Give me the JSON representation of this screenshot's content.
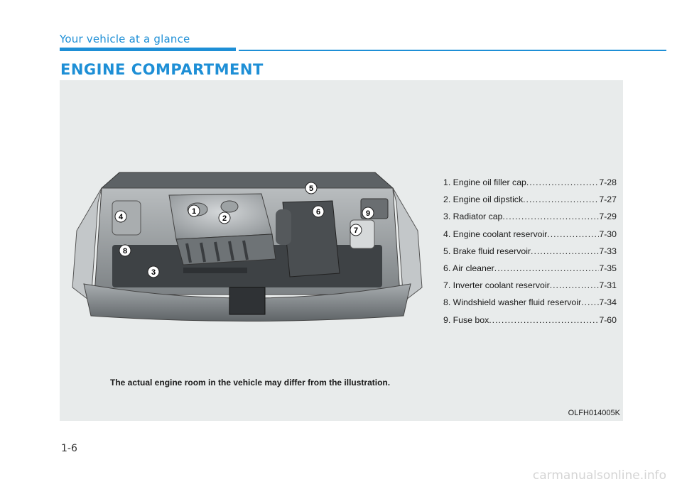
{
  "header": {
    "section": "Your vehicle at a glance",
    "title": "ENGINE COMPARTMENT"
  },
  "colors": {
    "accent": "#1e8fd6",
    "panel_background": "#e8ebeb"
  },
  "figure": {
    "callouts": [
      {
        "number": "1"
      },
      {
        "number": "2"
      },
      {
        "number": "3"
      },
      {
        "number": "4"
      },
      {
        "number": "5"
      },
      {
        "number": "6"
      },
      {
        "number": "7"
      },
      {
        "number": "8"
      },
      {
        "number": "9"
      }
    ],
    "parts": [
      {
        "label": "1. Engine oil filler cap",
        "ref": "7-28"
      },
      {
        "label": "2. Engine oil dipstick",
        "ref": "7-27"
      },
      {
        "label": "3. Radiator cap",
        "ref": "7-29"
      },
      {
        "label": "4. Engine coolant reservoir",
        "ref": "7-30"
      },
      {
        "label": "5. Brake fluid reservoir",
        "ref": "7-33"
      },
      {
        "label": "6. Air cleaner",
        "ref": "7-35"
      },
      {
        "label": "7. Inverter coolant reservoir",
        "ref": "7-31"
      },
      {
        "label": "8. Windshield washer fluid reservoir",
        "ref": "7-34"
      },
      {
        "label": "9. Fuse box",
        "ref": "7-60"
      }
    ],
    "disclaimer": "The actual engine room in the vehicle may differ from the illustration.",
    "code": "OLFH014005K"
  },
  "footer": {
    "page_number": "1-6",
    "watermark": "carmanualsonline.info"
  }
}
